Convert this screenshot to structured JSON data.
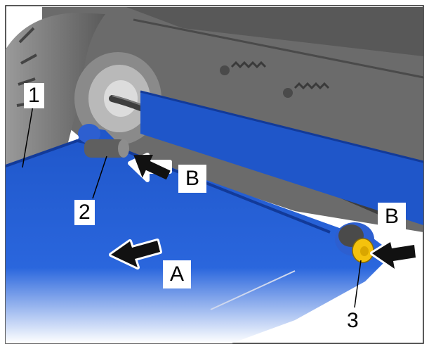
{
  "callouts": {
    "part_1": "1",
    "part_2": "2",
    "part_3": "3",
    "arrow_a": "A",
    "arrow_b_left": "B",
    "arrow_b_right": "B"
  },
  "colors": {
    "tray_blue": "#1f56c9",
    "machine_gray": "#6b6b6b",
    "knob_yellow": "#f4c20d",
    "arrow_black": "#111111"
  }
}
